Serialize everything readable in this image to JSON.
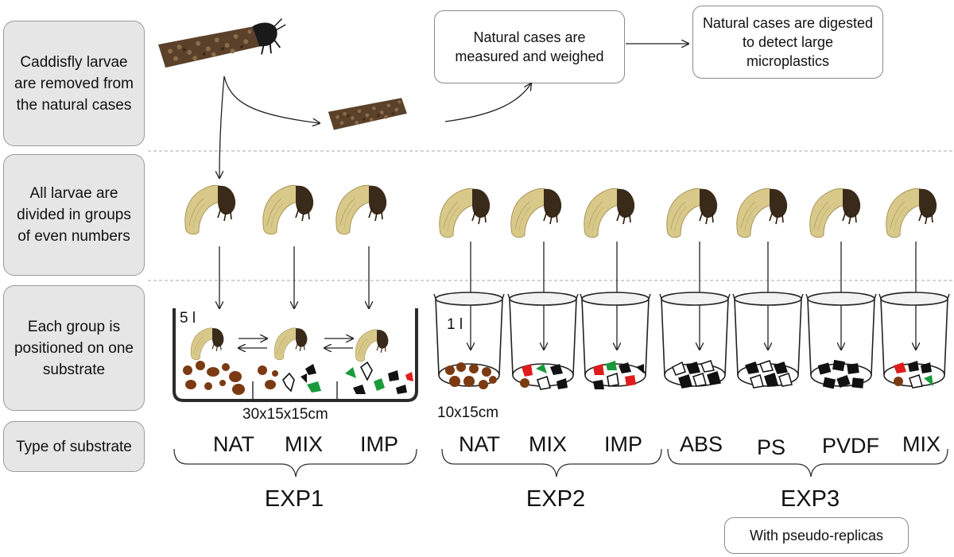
{
  "steps": [
    {
      "text": "Caddisfly larvae are removed from the natural cases"
    },
    {
      "text": "All larvae are divided in groups of even numbers"
    },
    {
      "text": "Each group is positioned on one substrate"
    },
    {
      "text": "Type of substrate"
    }
  ],
  "notes": {
    "measured": "Natural cases are measured and weighed",
    "digested": "Natural cases are digested to detect large microplastics",
    "pseudo": "With pseudo-replicas"
  },
  "tank": {
    "volume": "5 l",
    "size": "30x15x15cm"
  },
  "beaker": {
    "volume": "1 l",
    "size": "10x15cm"
  },
  "experiments": [
    {
      "name": "EXP1",
      "substrates": [
        "NAT",
        "MIX",
        "IMP"
      ]
    },
    {
      "name": "EXP2",
      "substrates": [
        "NAT",
        "MIX",
        "IMP"
      ]
    },
    {
      "name": "EXP3",
      "substrates": [
        "ABS",
        "PS",
        "PVDF",
        "MIX"
      ]
    }
  ],
  "colors": {
    "box_fill": "#e6e6e6",
    "natural": "#7b3a12",
    "plastic_black": "#111111",
    "plastic_green": "#1a9a3a",
    "plastic_red": "#e01b1b",
    "larva_body": "#d8c98a",
    "larva_head": "#3a2a1a",
    "case": "#5b4129"
  },
  "icons": [
    "caddisfly-case-icon",
    "empty-case-icon",
    "larva-icon",
    "tank-icon",
    "beaker-icon",
    "swap-arrows-icon"
  ]
}
